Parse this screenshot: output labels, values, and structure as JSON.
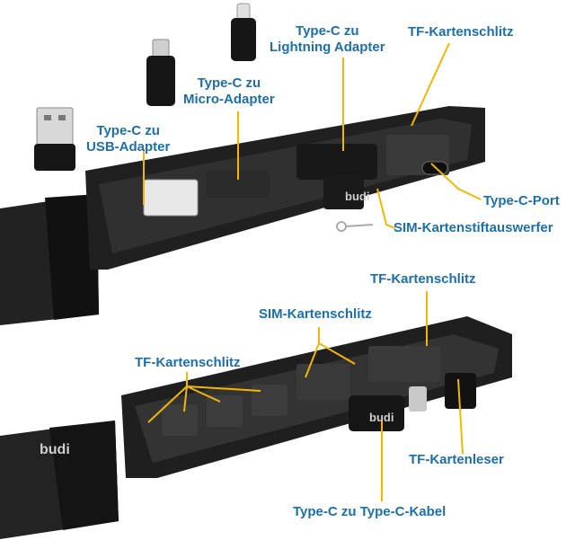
{
  "labels": {
    "typec_usb": [
      "Type-C zu",
      "USB-Adapter"
    ],
    "typec_micro": [
      "Type-C zu",
      "Micro-Adapter"
    ],
    "typec_lightning": [
      "Type-C zu",
      "Lightning Adapter"
    ],
    "tf_slot_top": "TF-Kartenschlitz",
    "typec_port": "Type-C-Port",
    "sim_ejector": "SIM-Kartenstiftauswerfer",
    "tf_slot_right": "TF-Kartenschlitz",
    "sim_slot": "SIM-Kartenschlitz",
    "tf_slot_left": "TF-Kartenschlitz",
    "tf_reader": "TF-Kartenleser",
    "typec_cable": "Type-C zu Type-C-Kabel"
  },
  "brand": {
    "name": "budi"
  },
  "colors": {
    "label": "#1c6fa8",
    "leader": "#f2b705",
    "body": "#1a1a1a"
  }
}
